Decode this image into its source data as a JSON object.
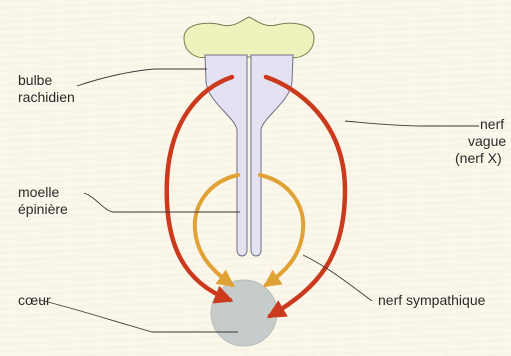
{
  "labels": {
    "bulbe": [
      "bulbe",
      "rachidien"
    ],
    "nerf_vague": [
      "nerf",
      "vague",
      "(nerf X)"
    ],
    "moelle": [
      "moelle",
      "épinière"
    ],
    "coeur": "cœur",
    "nerf_sympathique": "nerf sympathique"
  },
  "colors": {
    "background": "#fbf7ea",
    "nervous_tissue": "#e4e2f2",
    "cerebellum": "#eef3bd",
    "heart": "#c6cccb",
    "vagus_pathway": "#cc3a1e",
    "sympathetic_pathway": "#e1a235",
    "leader_line": "#3a3a3a"
  }
}
